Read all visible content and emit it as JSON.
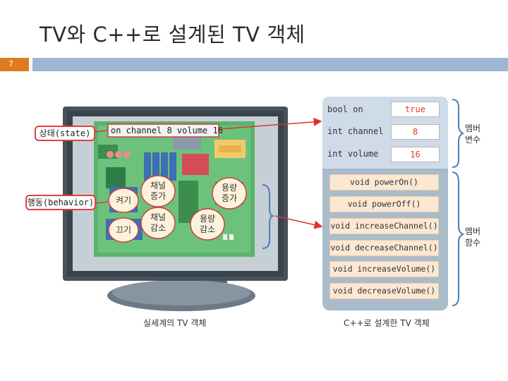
{
  "slide": {
    "title": "TV와 C++로 설계된 TV 객체",
    "page_number": "7"
  },
  "tv": {
    "screen_text": "on channel 8 volume 16",
    "state_label": "상태(state)",
    "behavior_label": "행동(behavior)",
    "bubbles": {
      "power_on": "켜기",
      "power_off": "끄기",
      "channel_up": "채널\n증가",
      "channel_down": "채널\n감소",
      "volume_up": "용량\n증가",
      "volume_down": "용량\n감소"
    },
    "caption": "실세계의 TV 객체"
  },
  "cpp_object": {
    "variables": [
      {
        "decl": "bool on",
        "value": "true"
      },
      {
        "decl": "int channel",
        "value": "8"
      },
      {
        "decl": "int volume",
        "value": "16"
      }
    ],
    "functions": [
      "void powerOn()",
      "void powerOff()",
      "void increaseChannel()",
      "void decreaseChannel()",
      "void increaseVolume()",
      "void decreaseVolume()"
    ],
    "member_variables_label": "멤버\n변수",
    "member_functions_label": "멤버\n함수",
    "caption": "C++로 설계한 TV 객체"
  },
  "colors": {
    "accent_orange": "#e07a1f",
    "title_bar": "#9db7d2",
    "callout_red": "#e04040",
    "panel_top": "#cfdbe8",
    "panel_bottom": "#a9bcc9",
    "circuit_green": "#5ab36a"
  }
}
